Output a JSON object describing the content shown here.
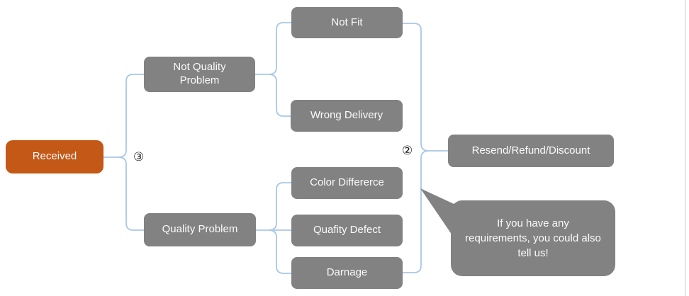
{
  "nodes": {
    "received": "Received",
    "not_quality_problem": "Not Quality Problem",
    "quality_problem": "Quality Problem",
    "not_fit": "Not Fit",
    "wrong_delivery": "Wrong Delivery",
    "color_differerce": "Color Differerce",
    "quafity_defect": "Quafity Defect",
    "darnage": "Darnage",
    "outcome": "Resend/Refund/Discount"
  },
  "labels": {
    "circle_3": "③",
    "circle_2": "②"
  },
  "callout": {
    "text": "If you have any requirements, you could also tell us!"
  },
  "colors": {
    "root_fill": "#C35817",
    "node_fill": "#828282",
    "connector": "#A9C7E6",
    "node_text": "#FBFBFB"
  }
}
